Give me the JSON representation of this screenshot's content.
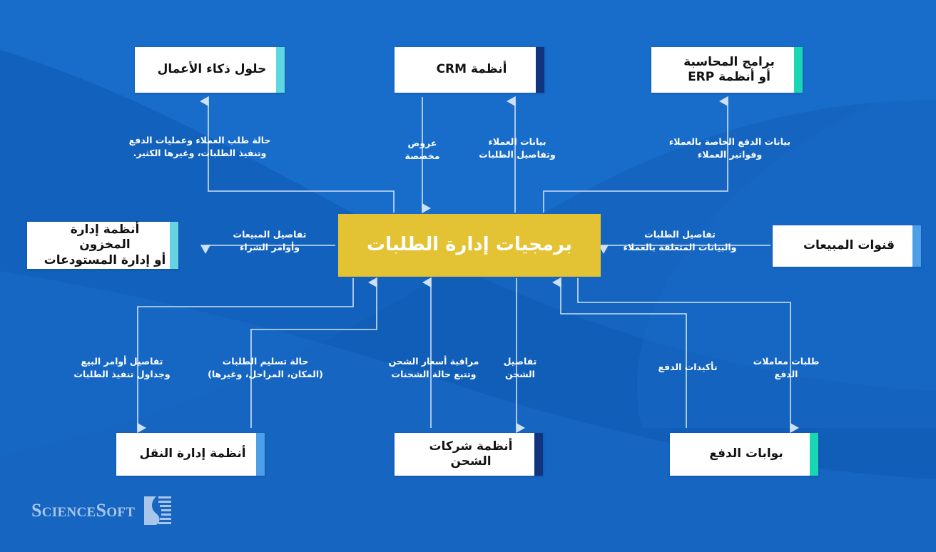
{
  "theme": {
    "background": "#1565c0",
    "background_dark": "#0f57ad",
    "background_light": "#1c72d0",
    "center_fill": "#e3c233",
    "center_text": "#ffffff",
    "node_fill": "#ffffff",
    "node_text": "#111111",
    "label_text": "#ffffff",
    "wire_color": "#cfe0f5",
    "logo_color": "#a9c6ea"
  },
  "center": {
    "label": "برمجيات إدارة الطلبات"
  },
  "nodes": [
    {
      "id": "bi",
      "label": "حلول ذكاء الأعمال",
      "accent": "#5ed7e0"
    },
    {
      "id": "crm",
      "label": "أنظمة  CRM",
      "accent": "#10357e"
    },
    {
      "id": "erp",
      "label": "برامج المحاسبة\nأو أنظمة ERP",
      "accent": "#19d6b4"
    },
    {
      "id": "inventory",
      "label": "أنظمة إدارة المخزون\nأو إدارة المستودعات",
      "accent": "#66d3e3"
    },
    {
      "id": "sales",
      "label": "قنوات المبيعات",
      "accent": "#4d9fe8"
    },
    {
      "id": "tms",
      "label": "أنظمة إدارة النقل",
      "accent": "#4d9fe8"
    },
    {
      "id": "carriers",
      "label": "أنظمة شركات الشحن",
      "accent": "#10357e"
    },
    {
      "id": "payments",
      "label": "بوابات الدفع",
      "accent": "#19d6b4"
    }
  ],
  "edge_labels": [
    {
      "id": "bi-up",
      "text": "حالة طلب العملاء وعمليات الدفع\nوتنفيذ الطلبات، وغيرها الكثير."
    },
    {
      "id": "crm-down",
      "text": "عروض\nمخصصة"
    },
    {
      "id": "crm-up",
      "text": "بيانات العملاء\nوتفاصيل الطلبات"
    },
    {
      "id": "erp-up",
      "text": "بيانات الدفع الخاصة بالعملاء\nوفواتير العملاء"
    },
    {
      "id": "inventory-out",
      "text": "تفاصيل المبيعات\nوأوامر الشراء"
    },
    {
      "id": "sales-in",
      "text": "تفاصيل الطلبات\nوالبيانات المتعلقة بالعملاء"
    },
    {
      "id": "tms-down",
      "text": "تفاصيل أوامر البيع\nوجداول تنفيذ الطلبات"
    },
    {
      "id": "tms-up",
      "text": "حالة تسليم الطلبات\n(المكان، المراحل، وغيرها)"
    },
    {
      "id": "carriers-up",
      "text": "مراقبة أسعار الشحن\nوتتبع حالة الشحنات"
    },
    {
      "id": "carriers-down",
      "text": "تفاصيل\nالشحن"
    },
    {
      "id": "payments-up",
      "text": "تأكيدات الدفع"
    },
    {
      "id": "payments-down",
      "text": "طلبات معاملات\nالدفع"
    }
  ],
  "logo": {
    "name_part1": "S",
    "name_part2": "CIENCE",
    "name_part3": "S",
    "name_part4": "OFT"
  }
}
